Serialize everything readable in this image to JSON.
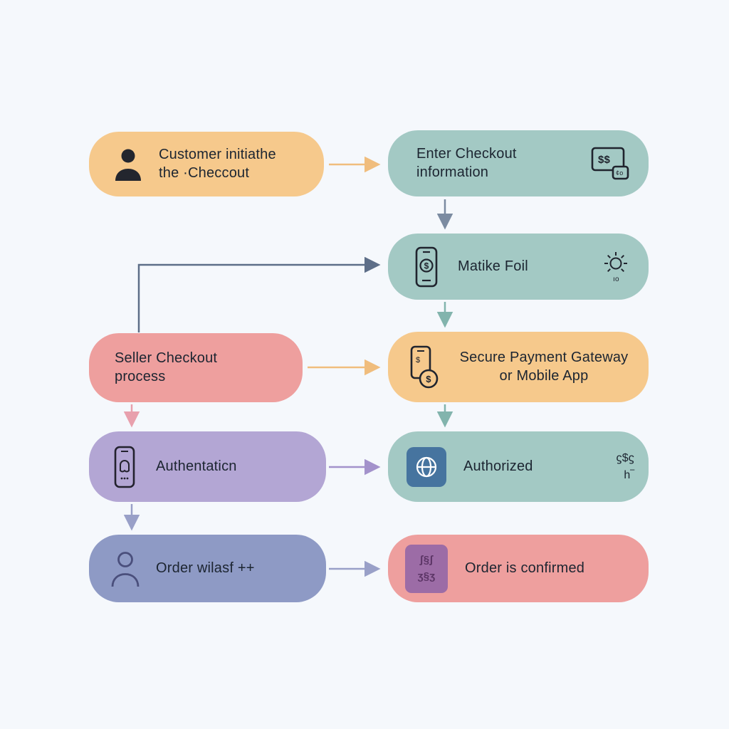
{
  "background": "#f5f8fc",
  "nodes": {
    "customer_initiates": {
      "label": "Customer initiathe\nthe ·Checcout",
      "color": "#f6c98c"
    },
    "enter_checkout": {
      "label": "Enter Checkout\ninformation",
      "color": "#a3c9c4"
    },
    "make_foil": {
      "label": "Matike Foil",
      "color": "#a3c9c4"
    },
    "seller_checkout": {
      "label": "Seller Checkout\nprocess",
      "color": "#ee9f9e"
    },
    "secure_gateway": {
      "label": "Secure Payment Gateway\nor Mobile App",
      "color": "#f6c98c"
    },
    "authentication": {
      "label": "Authentaticn",
      "color": "#b3a6d4"
    },
    "authorized": {
      "label": "Authorized",
      "glyphs": "ϛ$ϛ\nh‾",
      "color": "#a3c9c4",
      "icon_bg": "#46749f"
    },
    "order": {
      "label": "Order wilasf ++",
      "color": "#8e9ac5"
    },
    "order_confirmed": {
      "label": "Order is confirmed",
      "color": "#ee9f9e",
      "icon_bg": "#9c6ca6",
      "icon_glyphs": "ʃ§ʃ\nʒ§ʒ"
    }
  },
  "icons": {
    "terminal_text": "$$",
    "terminal_tag": "¢o",
    "phone_circle_text": "$",
    "sun_label": "ıo",
    "phone_small_s": "$",
    "coin_text": "$"
  },
  "arrows": {
    "orange": "#f0bd7d",
    "slate": "#7b8ba1",
    "steel": "#5d6e88",
    "teal": "#82b4ad",
    "pink": "#e8a0ad",
    "purple": "#a392cb",
    "periwinkle": "#99a0c8"
  }
}
